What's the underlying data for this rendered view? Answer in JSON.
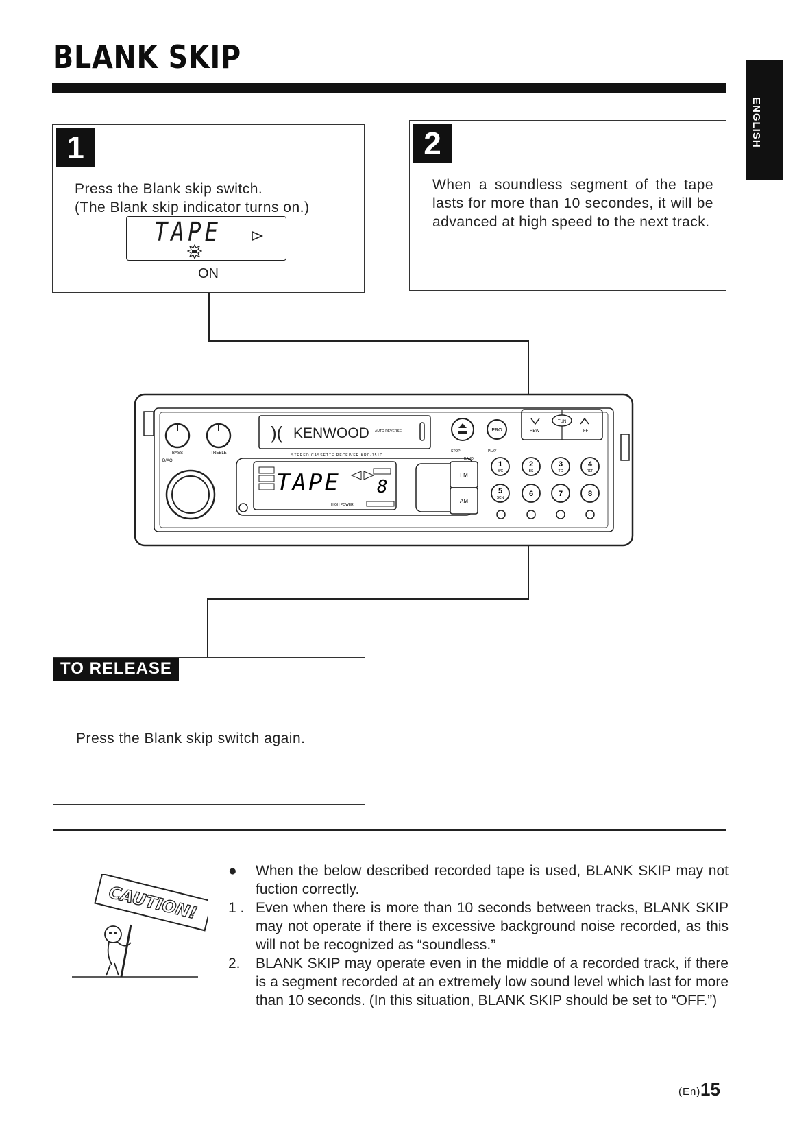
{
  "page": {
    "title": "BLANK SKIP",
    "language_tab": "ENGLISH",
    "page_lang": "(En)",
    "page_number": "15"
  },
  "step1": {
    "number": "1",
    "text_line1": "Press the Blank skip switch.",
    "text_line2": "(The Blank skip indicator turns on.)",
    "display_text": "TAPE",
    "indicator_label": "ON"
  },
  "step2": {
    "number": "2",
    "text": "When a soundless segment of the tape lasts for more than 10 secondes, it will be advanced at high speed to the next track."
  },
  "release": {
    "label": "TO RELEASE",
    "text": "Press the Blank skip switch again."
  },
  "device": {
    "brand": "KENWOOD",
    "auto_reverse": "AUTO REVERSE",
    "model_line": "STEREO CASSETTE RECEIVER KRC-751D",
    "display_text": "TAPE",
    "knob_labels": [
      "BASS",
      "TREBLE"
    ],
    "d_lab": "D/AO",
    "stop": "STOP",
    "play": "PLAY",
    "band": "BAND",
    "high_power": "HIGH POWER",
    "buttons": {
      "eject": "EJECT",
      "pro": "PRO",
      "fm": "FM",
      "am": "AM",
      "rew": "REW",
      "ff": "FF",
      "tun": "TUN",
      "presets": [
        {
          "num": "1",
          "sub": "B/C"
        },
        {
          "num": "2",
          "sub": "BS"
        },
        {
          "num": "3",
          "sub": "TC"
        },
        {
          "num": "4",
          "sub": "REP"
        },
        {
          "num": "5",
          "sub": "SCN"
        },
        {
          "num": "6",
          "sub": ""
        },
        {
          "num": "7",
          "sub": ""
        },
        {
          "num": "8",
          "sub": ""
        }
      ]
    }
  },
  "caution": {
    "sign_text": "CAUTION!",
    "bullet": "When the below described recorded tape is used, BLANK SKIP may not fuction correctly.",
    "items": [
      {
        "marker": "1 .",
        "text": "Even when there is more than 10 seconds between tracks, BLANK SKIP may not operate if there is excessive background noise recorded, as this will not be recognized as “soundless.”"
      },
      {
        "marker": "2.",
        "text": "BLANK SKIP may operate even in the middle of a recorded track, if there is a segment recorded at an extremely low sound level which last for more than 10 seconds. (In this situation, BLANK SKIP should be set to “OFF.”)"
      }
    ]
  }
}
